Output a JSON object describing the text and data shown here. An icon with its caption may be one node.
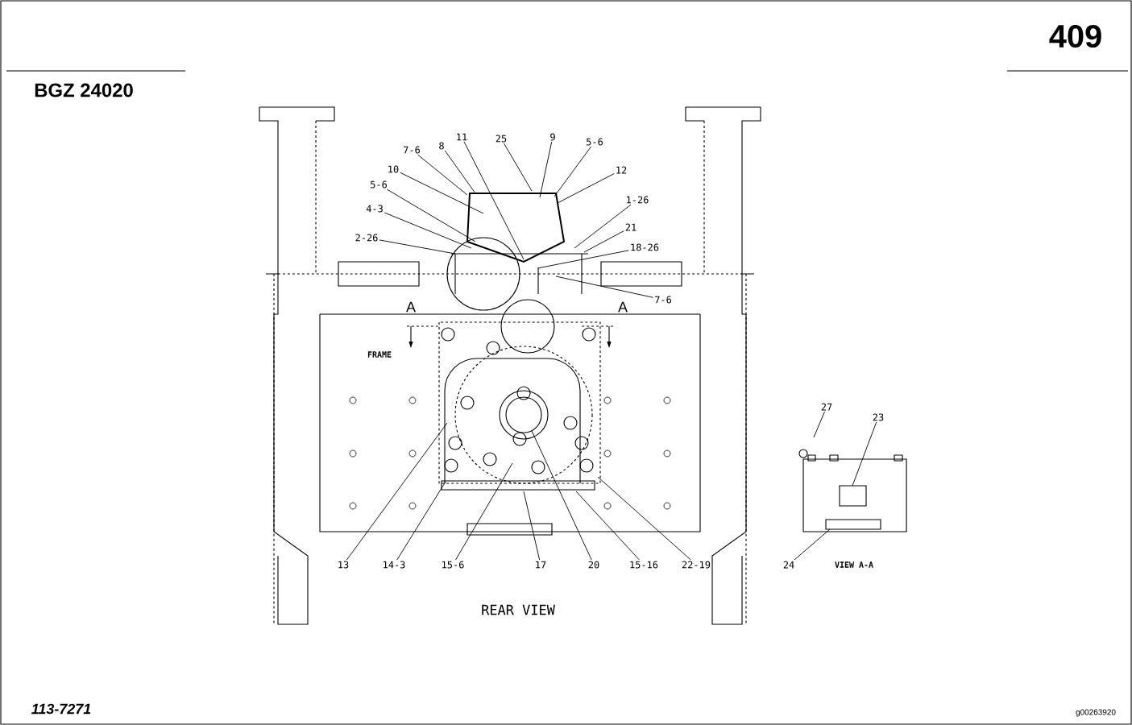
{
  "diagram": {
    "title": "REAR VIEW",
    "nodes": [
      {
        "text": [
          "7-6"
        ]
      },
      {
        "text": [
          "8"
        ]
      },
      {
        "text": [
          "11"
        ]
      },
      {
        "text": [
          "25"
        ]
      },
      {
        "text": [
          "9"
        ]
      },
      {
        "text": [
          "5-6"
        ]
      },
      {
        "text": [
          "12"
        ]
      },
      {
        "text": [
          "10"
        ]
      },
      {
        "text": [
          "5-6"
        ]
      },
      {
        "text": [
          "4-3"
        ]
      },
      {
        "text": [
          "1-26"
        ]
      },
      {
        "text": [
          "2-26"
        ]
      },
      {
        "text": [
          "21"
        ]
      },
      {
        "text": [
          "18-26"
        ]
      },
      {
        "text": [
          "7-6"
        ]
      },
      {
        "text": [
          "13"
        ]
      },
      {
        "text": [
          "14-3"
        ]
      },
      {
        "text": [
          "15-6"
        ]
      },
      {
        "text": [
          "17"
        ]
      },
      {
        "text": [
          "20"
        ]
      },
      {
        "text": [
          "15-16"
        ]
      },
      {
        "text": [
          "22-19"
        ]
      },
      {
        "text": [
          "27"
        ]
      },
      {
        "text": [
          "23"
        ]
      },
      {
        "text": [
          "24"
        ]
      }
    ],
    "edges": [
      {
        "from": 0,
        "to": null,
        "arrow": "none"
      },
      {
        "from": 1,
        "to": null,
        "arrow": "none"
      },
      {
        "from": 2,
        "to": null,
        "arrow": "none"
      },
      {
        "from": 3,
        "to": null,
        "arrow": "none"
      },
      {
        "from": 4,
        "to": null,
        "arrow": "none"
      },
      {
        "from": 5,
        "to": null,
        "arrow": "none"
      },
      {
        "from": 6,
        "to": null,
        "arrow": "none"
      },
      {
        "from": 7,
        "to": null,
        "arrow": "none"
      },
      {
        "from": 8,
        "to": null,
        "arrow": "none"
      },
      {
        "from": 9,
        "to": null,
        "arrow": "none"
      },
      {
        "from": 10,
        "to": null,
        "arrow": "none"
      },
      {
        "from": 11,
        "to": null,
        "arrow": "none"
      },
      {
        "from": 12,
        "to": null,
        "arrow": "none"
      },
      {
        "from": 13,
        "to": null,
        "arrow": "none"
      },
      {
        "from": 14,
        "to": null,
        "arrow": "none"
      },
      {
        "from": 15,
        "to": null,
        "arrow": "none"
      },
      {
        "from": 16,
        "to": null,
        "arrow": "none"
      },
      {
        "from": 17,
        "to": null,
        "arrow": "none"
      },
      {
        "from": 18,
        "to": null,
        "arrow": "none"
      },
      {
        "from": 19,
        "to": null,
        "arrow": "none"
      },
      {
        "from": 20,
        "to": null,
        "arrow": "none"
      },
      {
        "from": 21,
        "to": null,
        "arrow": "none"
      },
      {
        "from": 22,
        "to": null,
        "arrow": "none"
      },
      {
        "from": 23,
        "to": null,
        "arrow": "none"
      },
      {
        "from": 24,
        "to": null,
        "arrow": "none"
      }
    ],
    "labels": [
      "409",
      "BGZ 24020",
      "A",
      "A",
      "FRAME",
      "VIEW A-A",
      "113-7271",
      "g00263920"
    ]
  }
}
